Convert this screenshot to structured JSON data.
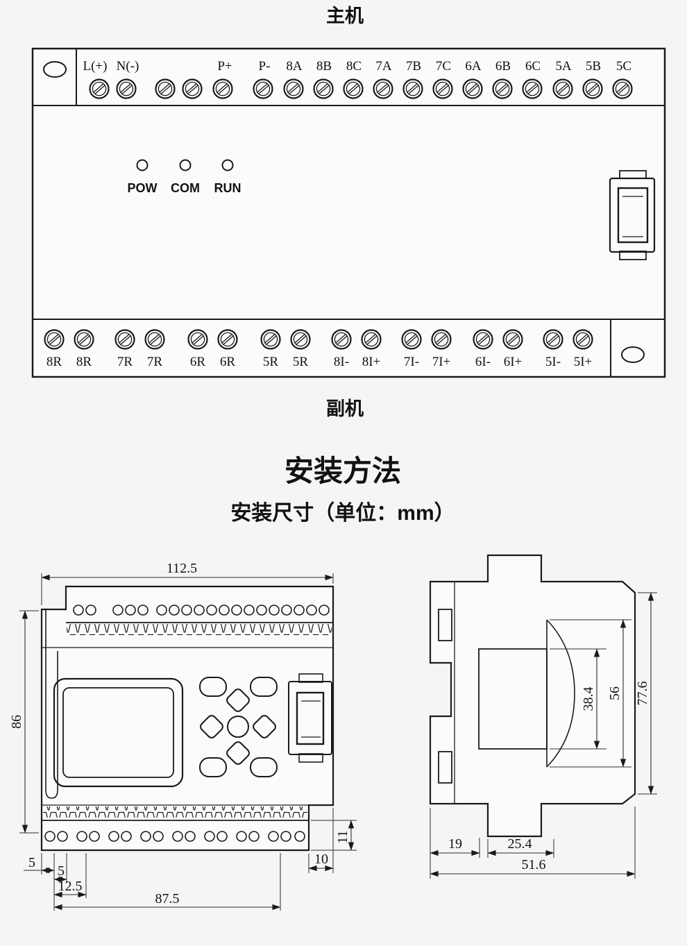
{
  "page": {
    "title_main_unit": "主机",
    "title_secondary_unit": "副机",
    "heading_install_method": "安装方法",
    "heading_install_dimensions": "安装尺寸（单位：mm）"
  },
  "main_unit": {
    "top_terminals": [
      "L(+)",
      "N(-)",
      "P+",
      "P-",
      "8A",
      "8B",
      "8C",
      "7A",
      "7B",
      "7C",
      "6A",
      "6B",
      "6C",
      "5A",
      "5B",
      "5C"
    ],
    "leds": [
      "POW",
      "COM",
      "RUN"
    ],
    "bottom_terminals": [
      "8R",
      "8R",
      "7R",
      "7R",
      "6R",
      "6R",
      "5R",
      "5R",
      "8I-",
      "8I+",
      "7I-",
      "7I+",
      "6I-",
      "6I+",
      "5I-",
      "5I+"
    ]
  },
  "front_view": {
    "width": "112.5",
    "height": "86",
    "margin_left": "5",
    "hole_gap": "5",
    "hole_offset": "12.5",
    "hole_span": "87.5",
    "right_inset": "10",
    "strip_height": "11"
  },
  "side_view": {
    "total_height": "77.6",
    "face_height": "56",
    "window_height": "38.4",
    "back_depth": "19",
    "front_depth": "25.4",
    "total_depth": "51.6"
  },
  "colors": {
    "line": "#1a1a1a",
    "background": "#f5f5f5"
  }
}
